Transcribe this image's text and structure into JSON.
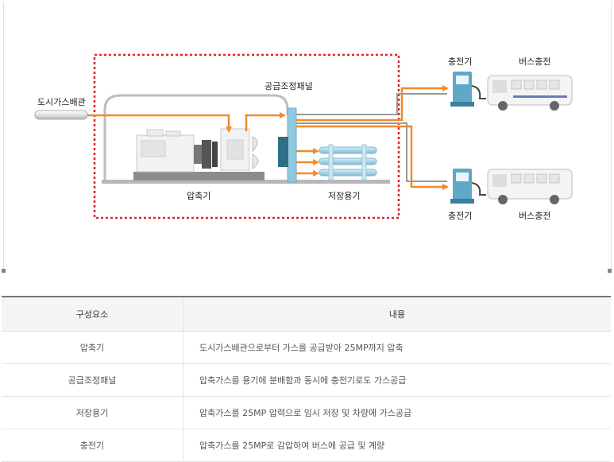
{
  "diagram": {
    "labels": {
      "city_gas_pipe": "도시가스배관",
      "supply_panel": "공급조정패널",
      "compressor": "압축기",
      "storage": "저장용기",
      "charger_top": "충전기",
      "bus_top": "버스충전",
      "charger_bottom": "충전기",
      "bus_bottom": "버스충전"
    },
    "colors": {
      "gas_flow": "#f28a2c",
      "dashed_box": "#d9262c",
      "panel": "#8fc9e0",
      "charger": "#5fa8c8",
      "pipe_gray": "#999999"
    }
  },
  "table": {
    "headers": {
      "component": "구성요소",
      "content": "내용"
    },
    "rows": [
      {
        "component": "압축기",
        "content": "도시가스배관으로부터 가스를 공급받아 25MP까지 압축"
      },
      {
        "component": "공급조정패널",
        "content": "압축가스를 용기에 분배함과 동시에 충전기로도 가스공급"
      },
      {
        "component": "저장용기",
        "content": "압축가스를 25MP 압력으로 임시 저장 및 차량에 가스공급"
      },
      {
        "component": "충전기",
        "content": "압축가스를 25MP로 감압하여 버스에 공급 및 계량"
      }
    ]
  }
}
